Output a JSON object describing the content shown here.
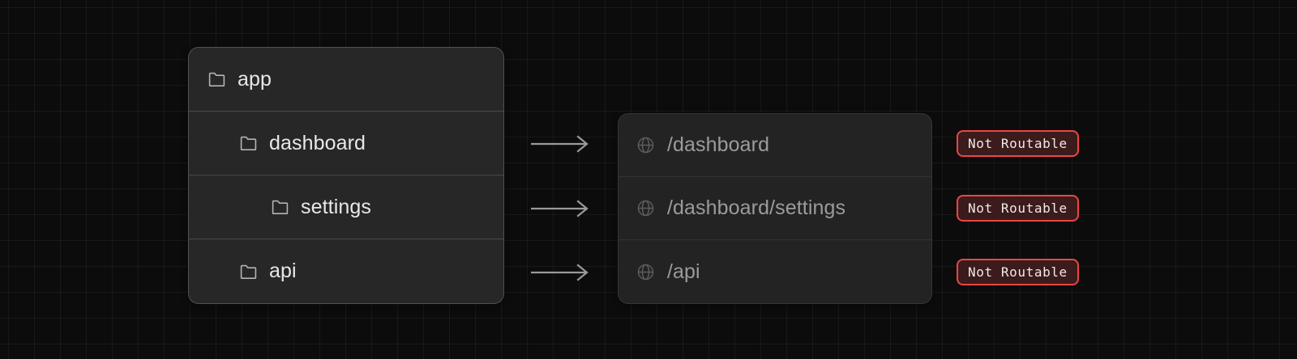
{
  "background": {
    "color": "#0c0c0c",
    "grid_color": "#212121",
    "grid_size": 32
  },
  "file_tree_panel": {
    "name": "file-tree-panel",
    "background": "#272727",
    "border_color": "#3f3f3f",
    "rows": [
      {
        "label": "app",
        "icon": "folder-icon",
        "depth": 0
      },
      {
        "label": "dashboard",
        "icon": "folder-icon",
        "depth": 1
      },
      {
        "label": "settings",
        "icon": "folder-icon",
        "depth": 2
      },
      {
        "label": "api",
        "icon": "folder-icon",
        "depth": 1
      }
    ]
  },
  "routes_panel": {
    "name": "routes-panel",
    "background": "#232323",
    "border_color": "#2f2f2f",
    "rows": [
      {
        "route": "/dashboard",
        "icon": "globe-icon"
      },
      {
        "route": "/dashboard/settings",
        "icon": "globe-icon"
      },
      {
        "route": "/api",
        "icon": "globe-icon"
      }
    ]
  },
  "arrows": [
    {
      "icon": "arrow-right-icon"
    },
    {
      "icon": "arrow-right-icon"
    },
    {
      "icon": "arrow-right-icon"
    }
  ],
  "badges": [
    {
      "label": "Not Routable",
      "border_color": "#ef4444",
      "background": "#3b1b1b",
      "text_color": "#f2eaea"
    },
    {
      "label": "Not Routable",
      "border_color": "#ef4444",
      "background": "#3b1b1b",
      "text_color": "#f2eaea"
    },
    {
      "label": "Not Routable",
      "border_color": "#ef4444",
      "background": "#3b1b1b",
      "text_color": "#f2eaea"
    }
  ]
}
